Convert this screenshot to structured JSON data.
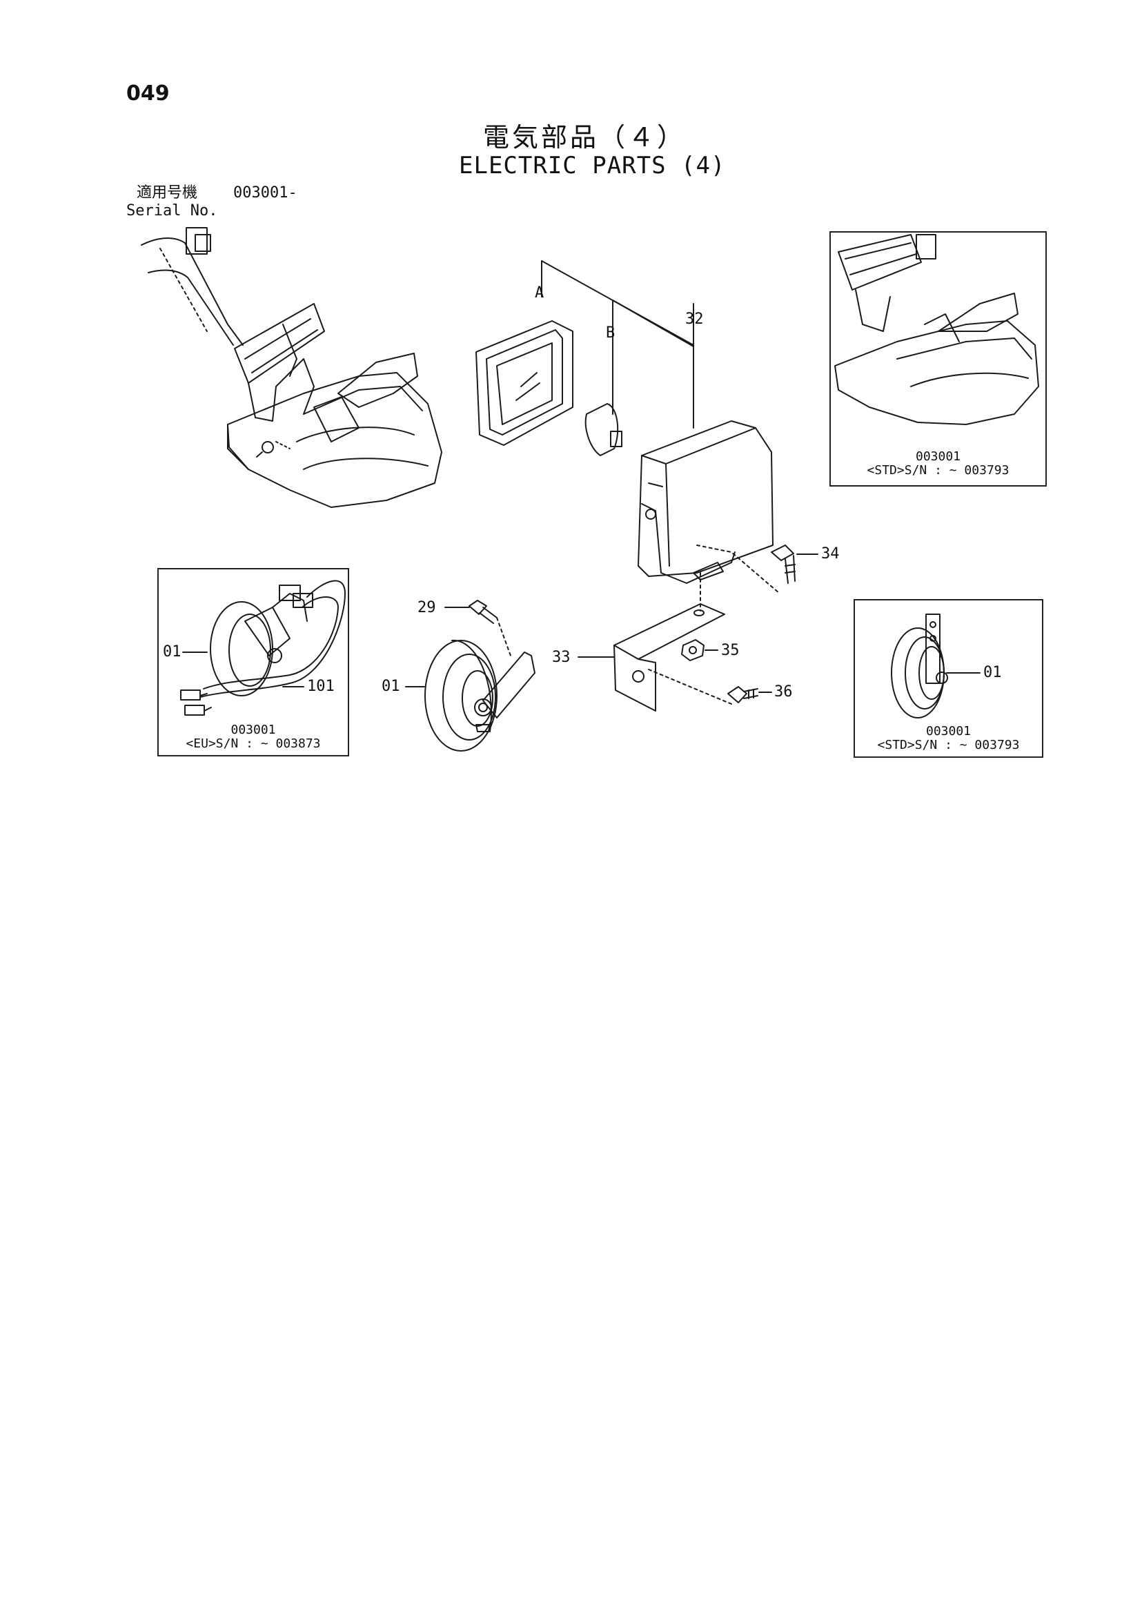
{
  "page_number": "049",
  "title_jp": "電気部品（４）",
  "title_en": "ELECTRIC PARTS (4)",
  "serial": {
    "label_jp": "適用号機",
    "label_en": "Serial No.",
    "value": "003001-"
  },
  "callouts": {
    "A": "A",
    "B": "B",
    "p32": "32",
    "p34": "34",
    "p29": "29",
    "p33": "33",
    "p35": "35",
    "p36": "36",
    "p01_main": "01",
    "p01_eu": "01",
    "p101": "101",
    "p01_std": "01"
  },
  "insets": {
    "cab_std": {
      "serial": "003001",
      "range": "<STD>S/N : ~ 003793"
    },
    "horn_eu": {
      "serial": "003001",
      "range": "<EU>S/N : ~ 003873"
    },
    "horn_std": {
      "serial": "003001",
      "range": "<STD>S/N : ~ 003793"
    }
  }
}
